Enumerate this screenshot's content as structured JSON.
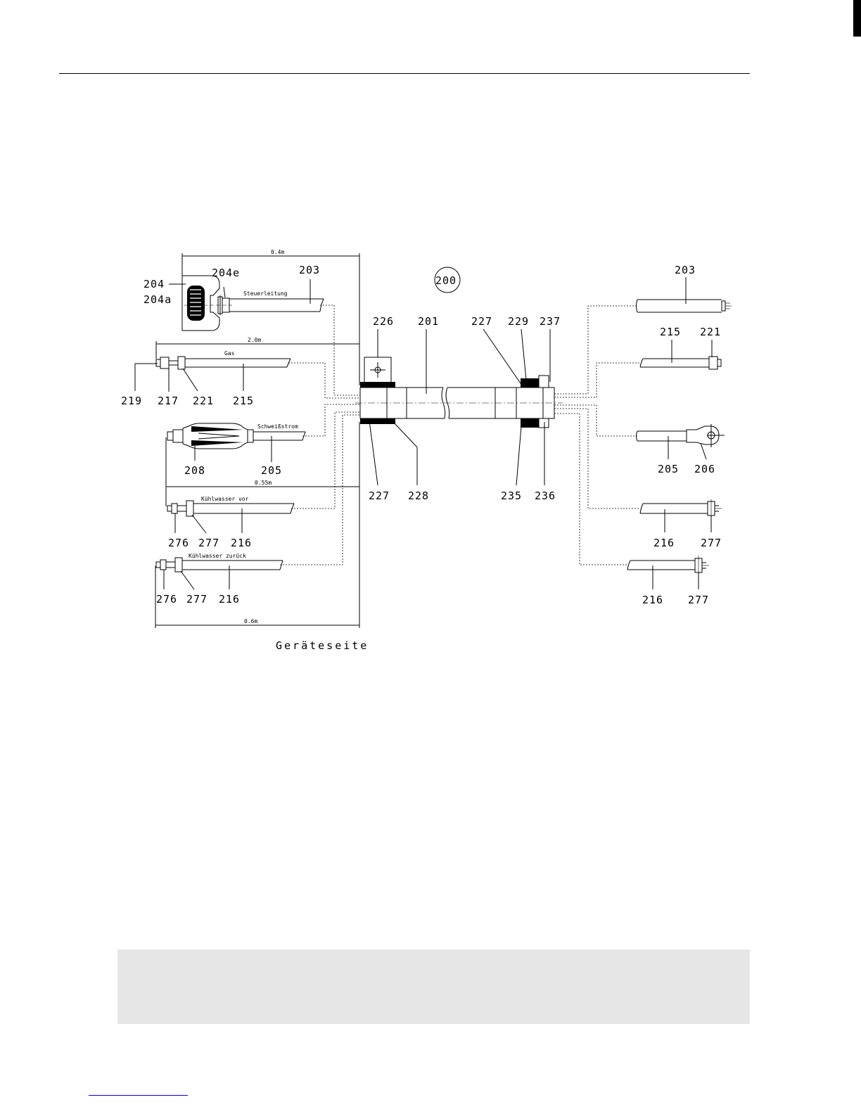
{
  "labels": {
    "n200": "200",
    "n203_l": "203",
    "n204": "204",
    "n204a": "204a",
    "n204e": "204e",
    "n219": "219",
    "n217": "217",
    "n221_l": "221",
    "n215_l": "215",
    "n208": "208",
    "n205_l": "205",
    "n276_a": "276",
    "n277_a": "277",
    "n216_a": "216",
    "n276_b": "276",
    "n277_b": "277",
    "n216_b": "216",
    "n226": "226",
    "n201": "201",
    "n227_t": "227",
    "n229": "229",
    "n237": "237",
    "n227_b": "227",
    "n228": "228",
    "n235": "235",
    "n236": "236",
    "n203_r": "203",
    "n215_r": "215",
    "n221_r": "221",
    "n205_r": "205",
    "n206": "206",
    "n216_r1": "216",
    "n277_r1": "277",
    "n216_r2": "216",
    "n277_r2": "277"
  },
  "lines": {
    "steuerleitung": "Steuerleitung",
    "gas": "Gas",
    "schweissstrom": "Schweißstrom",
    "kuehlwasser_vor": "Kühlwasser vor",
    "kuehlwasser_zurueck": "Kühlwasser zurück"
  },
  "dimensions": {
    "d04": "0.4m",
    "d20": "2.0m",
    "d055": "0.55m",
    "d06": "0.6m"
  },
  "caption": "Geräteseite"
}
